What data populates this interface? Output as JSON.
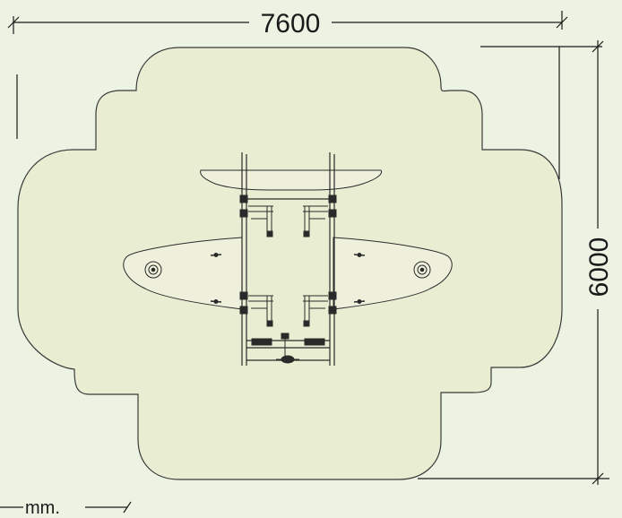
{
  "dimensions": {
    "width_label": "7600",
    "height_label": "6000",
    "unit_label": "mm."
  },
  "colors": {
    "background": "#edf3e2",
    "safety_zone_fill": "#e9eed3",
    "line": "#1a1a1a"
  }
}
